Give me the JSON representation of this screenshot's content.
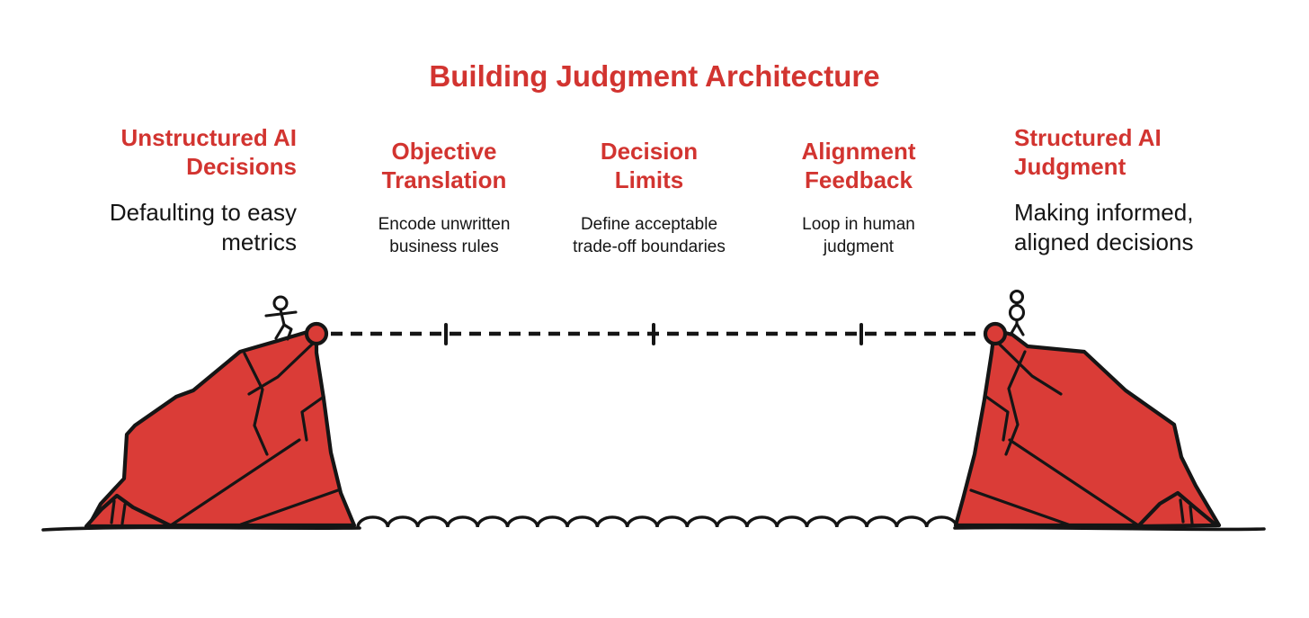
{
  "title": "Building Judgment Architecture",
  "colors": {
    "heading_red": "#d23430",
    "cliff_red": "#da3c37",
    "ink": "#151515"
  },
  "columns": [
    {
      "id": "unstructured-ai-decisions",
      "heading_line1": "Unstructured AI",
      "heading_line2": "Decisions",
      "desc_line1": "Defaulting to easy",
      "desc_line2": "metrics"
    },
    {
      "id": "objective-translation",
      "heading_line1": "Objective",
      "heading_line2": "Translation",
      "desc_line1": "Encode unwritten",
      "desc_line2": "business rules"
    },
    {
      "id": "decision-limits",
      "heading_line1": "Decision",
      "heading_line2": "Limits",
      "desc_line1": "Define acceptable",
      "desc_line2": "trade-off boundaries"
    },
    {
      "id": "alignment-feedback",
      "heading_line1": "Alignment",
      "heading_line2": "Feedback",
      "desc_line1": "Loop in human",
      "desc_line2": "judgment"
    },
    {
      "id": "structured-ai-judgment",
      "heading_line1": "Structured AI",
      "heading_line2": "Judgment",
      "desc_line1": "Making informed,",
      "desc_line2": "aligned decisions"
    }
  ],
  "scene": {
    "elements": [
      "left-cliff",
      "right-cliff",
      "stick-figure-left",
      "stick-figure-right",
      "anchor-point-left",
      "anchor-point-right",
      "rope-dashed-line",
      "rope-segment-ticks",
      "water-waves",
      "ground-line-left",
      "ground-line-right"
    ]
  }
}
